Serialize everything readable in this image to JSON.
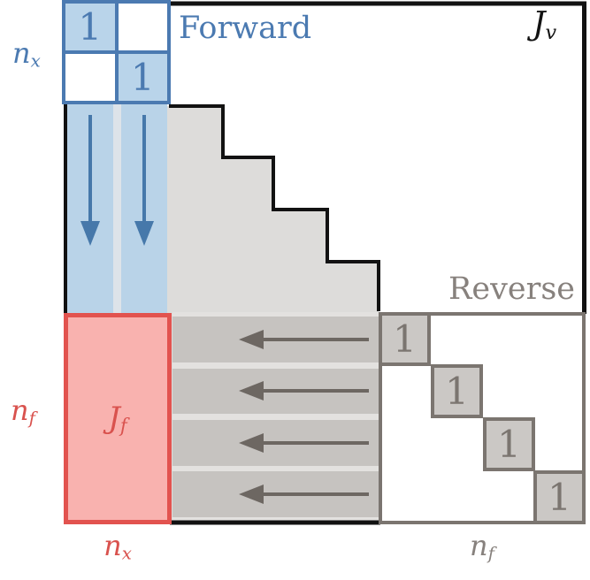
{
  "figure": {
    "matrix_label": {
      "base": "J",
      "sub": "v"
    },
    "forward": {
      "label": "Forward",
      "axis": {
        "base": "n",
        "sub": "x"
      },
      "seed_ones": [
        "1",
        "1"
      ],
      "arrow_direction": "down"
    },
    "reverse": {
      "label": "Reverse",
      "axis": {
        "base": "n",
        "sub": "f"
      },
      "seed_ones": [
        "1",
        "1",
        "1",
        "1"
      ],
      "arrow_direction": "left"
    },
    "jf_block": {
      "label": {
        "base": "J",
        "sub": "f"
      },
      "rows_axis": {
        "base": "n",
        "sub": "f"
      },
      "cols_axis": {
        "base": "n",
        "sub": "x"
      }
    }
  },
  "colors": {
    "blue": "#4b7ab1",
    "blue_cell": "#b9d4ea",
    "blue_strip": "#b9d3e8",
    "blue_gap": "#dde3e9",
    "arrow_blue": "#4678aa",
    "stair_fill": "#dddcda",
    "strip_dark": "#c6c3c0",
    "strip_gap": "#e3e1df",
    "gray_line": "#7b7570",
    "gray_cell": "#cbc8c5",
    "gray_text": "#87817d",
    "arrow_gray": "#6d6762",
    "red": "#e2534f",
    "red_fill": "#f9b2af",
    "red_text": "#d9524e",
    "ink": "#121212"
  }
}
